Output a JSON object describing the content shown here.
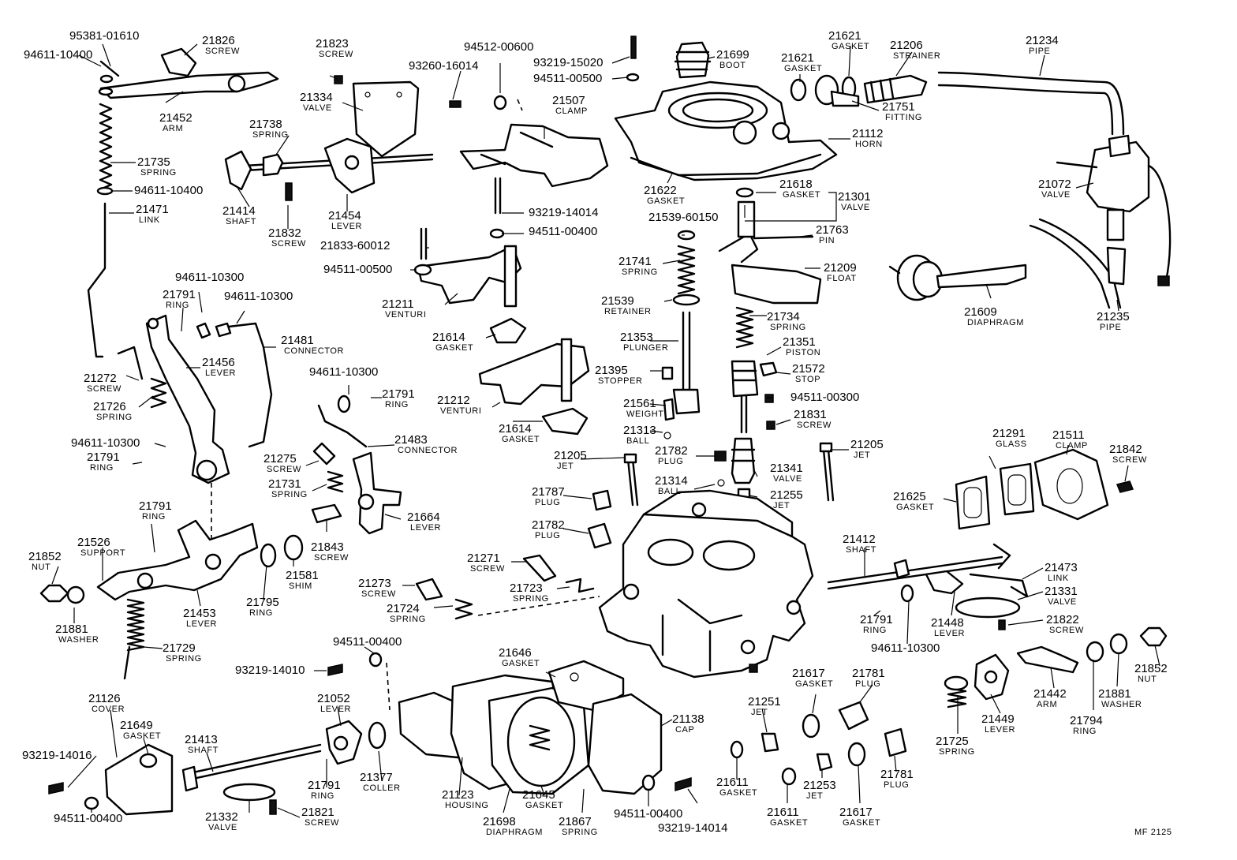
{
  "footer_code": "MF 2125",
  "callouts": [
    {
      "num": "95381-01610",
      "name": ""
    },
    {
      "num": "21826",
      "name": "SCREW"
    },
    {
      "num": "94611-10400",
      "name": ""
    },
    {
      "num": "21452",
      "name": "ARM"
    },
    {
      "num": "21735",
      "name": "SPRING"
    },
    {
      "num": "94611-10400",
      "name": ""
    },
    {
      "num": "21471",
      "name": "LINK"
    },
    {
      "num": "21823",
      "name": "SCREW"
    },
    {
      "num": "21334",
      "name": "VALVE"
    },
    {
      "num": "21738",
      "name": "SPRING"
    },
    {
      "num": "21414",
      "name": "SHAFT"
    },
    {
      "num": "21454",
      "name": "LEVER"
    },
    {
      "num": "21832",
      "name": "SCREW"
    },
    {
      "num": "94512-00600",
      "name": ""
    },
    {
      "num": "93260-16014",
      "name": ""
    },
    {
      "num": "93219-15020",
      "name": ""
    },
    {
      "num": "94511-00500",
      "name": ""
    },
    {
      "num": "21507",
      "name": "CLAMP"
    },
    {
      "num": "21699",
      "name": "BOOT"
    },
    {
      "num": "21621",
      "name": "GASKET"
    },
    {
      "num": "21621",
      "name": "GASKET"
    },
    {
      "num": "21206",
      "name": "STRAINER"
    },
    {
      "num": "21234",
      "name": "PIPE"
    },
    {
      "num": "21751",
      "name": "FITTING"
    },
    {
      "num": "21112",
      "name": "HORN"
    },
    {
      "num": "21622",
      "name": "GASKET"
    },
    {
      "num": "21618",
      "name": "GASKET"
    },
    {
      "num": "21301",
      "name": "VALVE"
    },
    {
      "num": "21539-60150",
      "name": ""
    },
    {
      "num": "21763",
      "name": "PIN"
    },
    {
      "num": "21072",
      "name": "VALVE"
    },
    {
      "num": "93219-14014",
      "name": ""
    },
    {
      "num": "94511-00400",
      "name": ""
    },
    {
      "num": "21833-60012",
      "name": ""
    },
    {
      "num": "94511-00500",
      "name": ""
    },
    {
      "num": "21211",
      "name": "VENTURI"
    },
    {
      "num": "21614",
      "name": "GASKET"
    },
    {
      "num": "21741",
      "name": "SPRING"
    },
    {
      "num": "21539",
      "name": "RETAINER"
    },
    {
      "num": "21209",
      "name": "FLOAT"
    },
    {
      "num": "21609",
      "name": "DIAPHRAGM"
    },
    {
      "num": "21235",
      "name": "PIPE"
    },
    {
      "num": "94611-10300",
      "name": ""
    },
    {
      "num": "21791",
      "name": "RING"
    },
    {
      "num": "94611-10300",
      "name": ""
    },
    {
      "num": "21481",
      "name": "CONNECTOR"
    },
    {
      "num": "21456",
      "name": "LEVER"
    },
    {
      "num": "21272",
      "name": "SCREW"
    },
    {
      "num": "21726",
      "name": "SPRING"
    },
    {
      "num": "94611-10300",
      "name": ""
    },
    {
      "num": "21791",
      "name": "RING"
    },
    {
      "num": "94611-10300",
      "name": ""
    },
    {
      "num": "21791",
      "name": "RING"
    },
    {
      "num": "21483",
      "name": "CONNECTOR"
    },
    {
      "num": "21353",
      "name": "PLUNGER"
    },
    {
      "num": "21734",
      "name": "SPRING"
    },
    {
      "num": "21351",
      "name": "PISTON"
    },
    {
      "num": "21572",
      "name": "STOP"
    },
    {
      "num": "94511-00300",
      "name": ""
    },
    {
      "num": "21395",
      "name": "STOPPER"
    },
    {
      "num": "21212",
      "name": "VENTURI"
    },
    {
      "num": "21561",
      "name": "WEIGHT"
    },
    {
      "num": "21831",
      "name": "SCREW"
    },
    {
      "num": "21614",
      "name": "GASKET"
    },
    {
      "num": "21313",
      "name": "BALL"
    },
    {
      "num": "21291",
      "name": "GLASS"
    },
    {
      "num": "21511",
      "name": "CLAMP"
    },
    {
      "num": "21842",
      "name": "SCREW"
    },
    {
      "num": "21205",
      "name": "JET"
    },
    {
      "num": "21205",
      "name": "JET"
    },
    {
      "num": "21782",
      "name": "PLUG"
    },
    {
      "num": "21341",
      "name": "VALVE"
    },
    {
      "num": "21314",
      "name": "BALL"
    },
    {
      "num": "21255",
      "name": "JET"
    },
    {
      "num": "21275",
      "name": "SCREW"
    },
    {
      "num": "21731",
      "name": "SPRING"
    },
    {
      "num": "21664",
      "name": "LEVER"
    },
    {
      "num": "21843",
      "name": "SCREW"
    },
    {
      "num": "21787",
      "name": "PLUG"
    },
    {
      "num": "21782",
      "name": "PLUG"
    },
    {
      "num": "21625",
      "name": "GASKET"
    },
    {
      "num": "21791",
      "name": "RING"
    },
    {
      "num": "21526",
      "name": "SUPPORT"
    },
    {
      "num": "21852",
      "name": "NUT"
    },
    {
      "num": "21581",
      "name": "SHIM"
    },
    {
      "num": "21795",
      "name": "RING"
    },
    {
      "num": "21453",
      "name": "LEVER"
    },
    {
      "num": "21881",
      "name": "WASHER"
    },
    {
      "num": "21729",
      "name": "SPRING"
    },
    {
      "num": "21271",
      "name": "SCREW"
    },
    {
      "num": "21273",
      "name": "SCREW"
    },
    {
      "num": "21723",
      "name": "SPRING"
    },
    {
      "num": "21724",
      "name": "SPRING"
    },
    {
      "num": "21412",
      "name": "SHAFT"
    },
    {
      "num": "21473",
      "name": "LINK"
    },
    {
      "num": "21331",
      "name": "VALVE"
    },
    {
      "num": "21822",
      "name": "SCREW"
    },
    {
      "num": "21791",
      "name": "RING"
    },
    {
      "num": "21448",
      "name": "LEVER"
    },
    {
      "num": "94611-10300",
      "name": ""
    },
    {
      "num": "21852",
      "name": "NUT"
    },
    {
      "num": "21881",
      "name": "WASHER"
    },
    {
      "num": "21442",
      "name": "ARM"
    },
    {
      "num": "21794",
      "name": "RING"
    },
    {
      "num": "21449",
      "name": "LEVER"
    },
    {
      "num": "21725",
      "name": "SPRING"
    },
    {
      "num": "94511-00400",
      "name": ""
    },
    {
      "num": "93219-14010",
      "name": ""
    },
    {
      "num": "21646",
      "name": "GASKET"
    },
    {
      "num": "21126",
      "name": "COVER"
    },
    {
      "num": "21649",
      "name": "GASKET"
    },
    {
      "num": "21413",
      "name": "SHAFT"
    },
    {
      "num": "21052",
      "name": "LEVER"
    },
    {
      "num": "21138",
      "name": "CAP"
    },
    {
      "num": "21617",
      "name": "GASKET"
    },
    {
      "num": "21781",
      "name": "PLUG"
    },
    {
      "num": "21251",
      "name": "JET"
    },
    {
      "num": "93219-14016",
      "name": ""
    },
    {
      "num": "21791",
      "name": "RING"
    },
    {
      "num": "21377",
      "name": "COLLER"
    },
    {
      "num": "94511-00400",
      "name": ""
    },
    {
      "num": "21332",
      "name": "VALVE"
    },
    {
      "num": "21821",
      "name": "SCREW"
    },
    {
      "num": "21123",
      "name": "HOUSING"
    },
    {
      "num": "21645",
      "name": "GASKET"
    },
    {
      "num": "21698",
      "name": "DIAPHRAGM"
    },
    {
      "num": "21867",
      "name": "SPRING"
    },
    {
      "num": "94511-00400",
      "name": ""
    },
    {
      "num": "93219-14014",
      "name": ""
    },
    {
      "num": "21611",
      "name": "GASKET"
    },
    {
      "num": "21611",
      "name": "GASKET"
    },
    {
      "num": "21253",
      "name": "JET"
    },
    {
      "num": "21617",
      "name": "GASKET"
    },
    {
      "num": "21781",
      "name": "PLUG"
    }
  ]
}
